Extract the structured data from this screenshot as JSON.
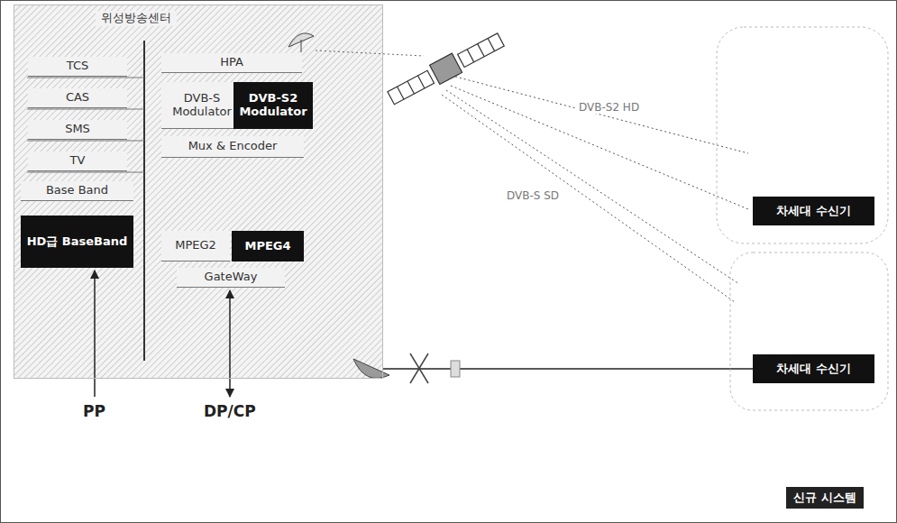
{
  "diagram": {
    "nodes": [
      {
        "text": [
          "위성방송센터"
        ]
      },
      {
        "text": [
          "TCS"
        ],
        "in": 0
      },
      {
        "text": [
          "CAS"
        ],
        "in": 0
      },
      {
        "text": [
          "SMS"
        ],
        "in": 0
      },
      {
        "text": [
          "TV"
        ],
        "in": 0
      },
      {
        "text": [
          "Base Band"
        ],
        "in": 0
      },
      {
        "text": [
          "HD급 BaseBand"
        ],
        "in": 0
      },
      {
        "text": [
          "HPA"
        ],
        "in": 0
      },
      {
        "text": [
          "DVB-S Modulator"
        ],
        "in": 0
      },
      {
        "text": [
          "DVB-S2 Modulator"
        ],
        "in": 0
      },
      {
        "text": [
          "Mux & Encoder"
        ],
        "in": 0
      },
      {
        "text": [
          "MPEG2"
        ],
        "in": 0
      },
      {
        "text": [
          "MPEG4"
        ],
        "in": 0
      },
      {
        "text": [
          "GateWay"
        ],
        "in": 0
      },
      {
        "text": [
          "차세대 수신기"
        ]
      },
      {
        "text": [
          "차세대 수신기"
        ]
      }
    ],
    "edges": [
      {
        "from": 13,
        "to": 15,
        "arrow": "none"
      }
    ],
    "labels": [
      "PP",
      "DP/CP",
      "DVB-S2 HD",
      "DVB-S SD"
    ],
    "legend": [
      {
        "text": "신규 시스템",
        "color": "#222222"
      }
    ]
  }
}
